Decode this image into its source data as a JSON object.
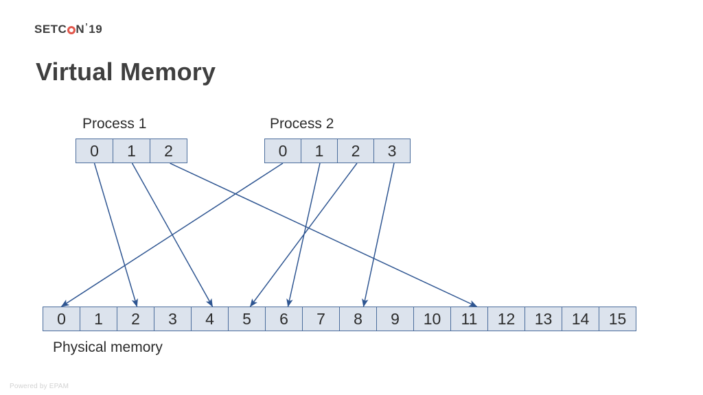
{
  "brand": {
    "logo_prefix": "SETC",
    "logo_o": "O",
    "logo_suffix": "N",
    "logo_tick": "’",
    "logo_year": "19",
    "accent_color": "#e2574c"
  },
  "slide": {
    "title": "Virtual Memory",
    "footer": "Powered by EPAM"
  },
  "diagram": {
    "cell_fill": "#dce3ed",
    "cell_border": "#4a6c9b",
    "arrow_color": "#2e5591",
    "process1": {
      "caption": "Process 1",
      "cells": [
        "0",
        "1",
        "2"
      ]
    },
    "process2": {
      "caption": "Process 2",
      "cells": [
        "0",
        "1",
        "2",
        "3"
      ]
    },
    "physical": {
      "caption": "Physical memory",
      "cells": [
        "0",
        "1",
        "2",
        "3",
        "4",
        "5",
        "6",
        "7",
        "8",
        "9",
        "10",
        "11",
        "12",
        "13",
        "14",
        "15"
      ]
    },
    "mappings": [
      {
        "from": "process1",
        "page": "0",
        "to_frame": "2"
      },
      {
        "from": "process1",
        "page": "1",
        "to_frame": "4"
      },
      {
        "from": "process1",
        "page": "2",
        "to_frame": "11"
      },
      {
        "from": "process2",
        "page": "0",
        "to_frame": "0"
      },
      {
        "from": "process2",
        "page": "1",
        "to_frame": "6"
      },
      {
        "from": "process2",
        "page": "2",
        "to_frame": "5"
      },
      {
        "from": "process2",
        "page": "3",
        "to_frame": "8"
      }
    ]
  }
}
